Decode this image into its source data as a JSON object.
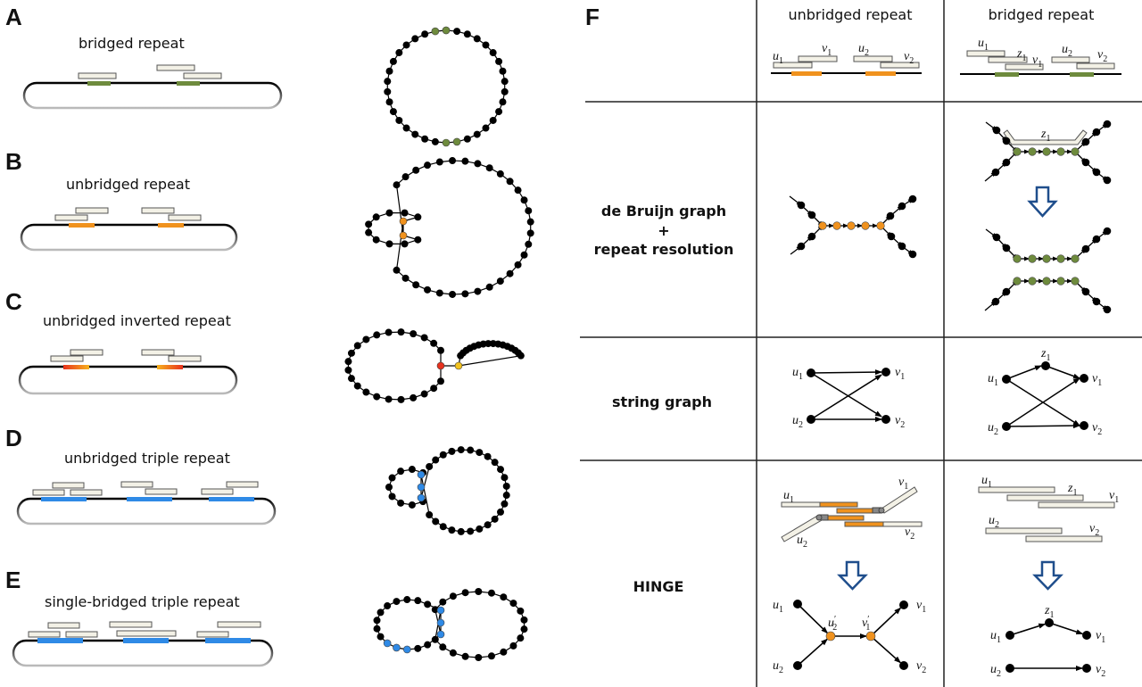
{
  "panels": [
    {
      "letter": "A",
      "title": "bridged repeat",
      "repeat_color": "#6e8b3d",
      "repeat_count": 2
    },
    {
      "letter": "B",
      "title": "unbridged repeat",
      "repeat_color": "#f0921e",
      "repeat_count": 2
    },
    {
      "letter": "C",
      "title": "unbridged inverted repeat",
      "repeat_color": "#e8421e",
      "repeat_count": 2
    },
    {
      "letter": "D",
      "title": "unbridged triple repeat",
      "repeat_color": "#2f8ae6",
      "repeat_count": 3
    },
    {
      "letter": "E",
      "title": "single-bridged triple repeat",
      "repeat_color": "#2f8ae6",
      "repeat_count": 3
    }
  ],
  "table": {
    "letter": "F",
    "columns": [
      "unbridged repeat",
      "bridged repeat"
    ],
    "rows": [
      {
        "label_lines": [
          "de Bruijn graph",
          "+",
          "repeat resolution"
        ]
      },
      {
        "label_lines": [
          "string graph"
        ]
      },
      {
        "label_lines": [
          "HINGE"
        ]
      }
    ]
  },
  "node_labels": {
    "u1": "u",
    "u2": "u",
    "v1": "v",
    "v2": "v",
    "z1": "z",
    "u2p": "u",
    "v1p": "v",
    "sub1": "1",
    "sub2": "2",
    "sub2p": "2",
    "sub1p": "1",
    "prime": "′"
  },
  "colors": {
    "green": "#6e8b3d",
    "orange": "#f0921e",
    "red": "#e8321e",
    "yellow": "#f2c21e",
    "blue": "#2f8ae6",
    "arrow_blue": "#1f4e8c",
    "read_fill": "#f3f1e6",
    "node": "#000000"
  }
}
